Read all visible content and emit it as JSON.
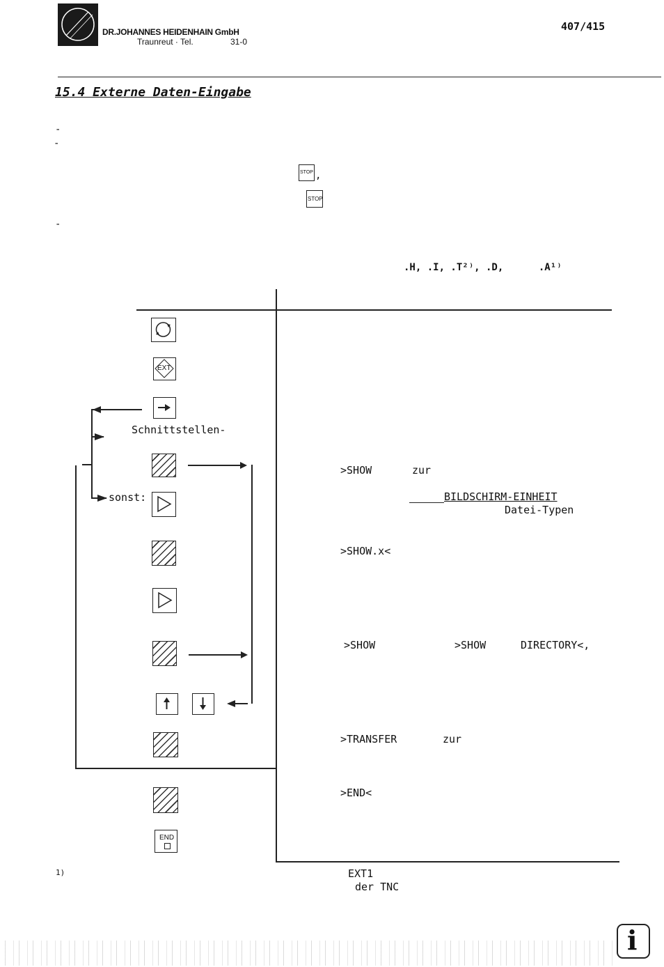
{
  "header": {
    "company": "DR.JOHANNES  HEIDENHAIN  GmbH",
    "address": "Traunreut · Tel.",
    "phone_suffix": "31-0",
    "page_ref": "407/415"
  },
  "section": {
    "title": "15.4 Externe Daten-Eingabe"
  },
  "bullets": [
    "-",
    "-",
    "-"
  ],
  "stop_suffix": ",",
  "file_types": ".H, .I, .T²⁾, .D,      .A¹⁾",
  "left_labels": {
    "schnittstellen": "Schnittstellen-",
    "sonst": "sonst:"
  },
  "right_texts": {
    "show": ">SHOW",
    "zur1": "zur",
    "bildschirm": "BILDSCHIRM-EINHEIT",
    "datei_typen": "Datei-Typen",
    "show_x": ">SHOW.x<",
    "show_a": ">SHOW",
    "show_b": ">SHOW",
    "directory": "DIRECTORY<,",
    "transfer": ">TRANSFER",
    "zur2": "zur",
    "end": ">END<"
  },
  "keys": {
    "stop": "STOP",
    "ext": "EXT",
    "end": "END"
  },
  "footnote": {
    "marker": "1)",
    "ext1": "EXT1",
    "der_tnc": "der TNC"
  },
  "info_badge": "i"
}
